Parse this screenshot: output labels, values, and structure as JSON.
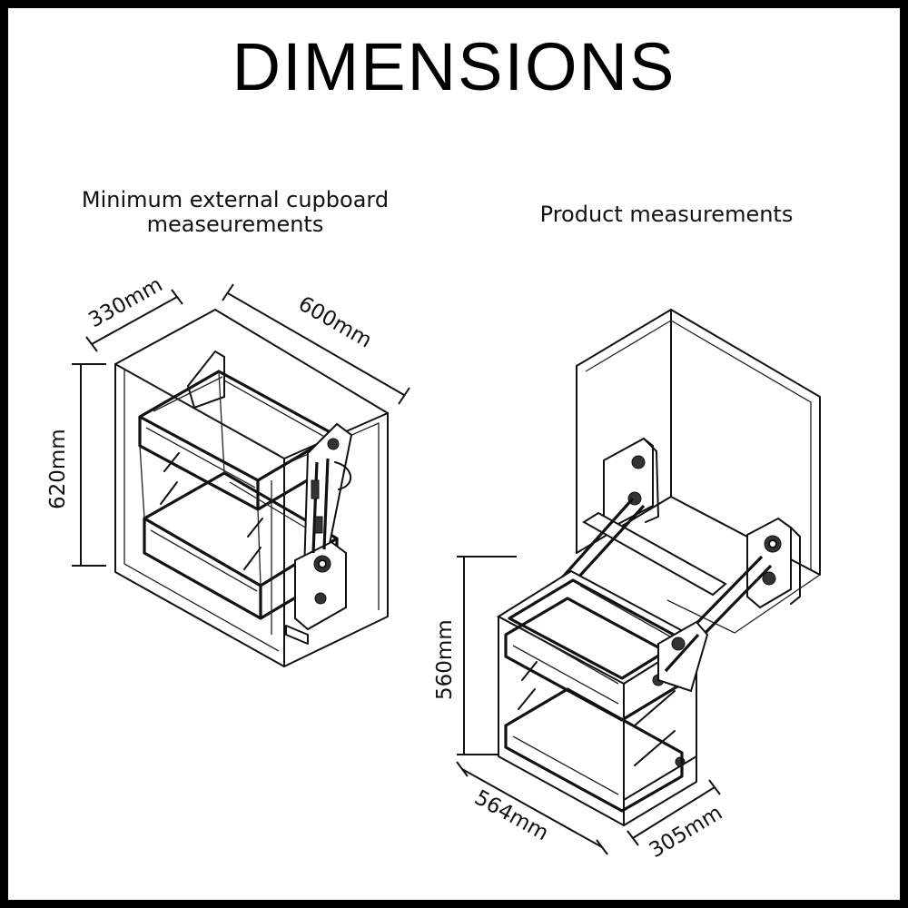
{
  "title": "DIMENSIONS",
  "captions": {
    "left_line1": "Minimum external cupboard",
    "left_line2": "measeurements",
    "right": "Product measurements"
  },
  "dimensions": {
    "left_depth": "330mm",
    "left_width": "600mm",
    "left_height": "620mm",
    "right_height": "560mm",
    "right_width": "564mm",
    "right_depth": "305mm"
  }
}
